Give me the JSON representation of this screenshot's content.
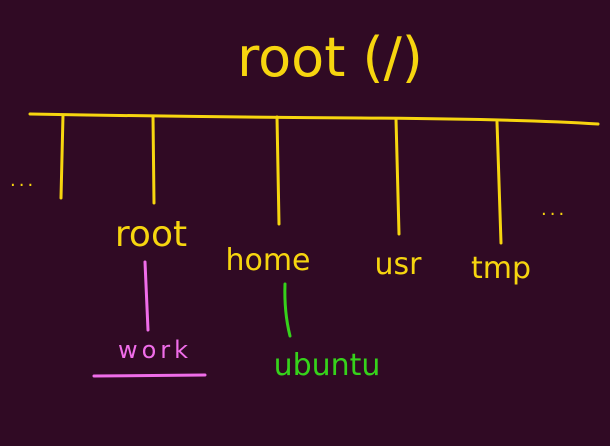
{
  "title": "root (/)",
  "ellipsis_left": "...",
  "ellipsis_right": "...",
  "directories": [
    {
      "name": "root",
      "child": "work"
    },
    {
      "name": "home",
      "child": "ubuntu"
    },
    {
      "name": "usr",
      "child": ""
    },
    {
      "name": "tmp",
      "child": ""
    }
  ],
  "colors": {
    "background": "#300a24",
    "tree": "#f6d50f",
    "work": "#f06de9",
    "ubuntu": "#36d21b"
  }
}
